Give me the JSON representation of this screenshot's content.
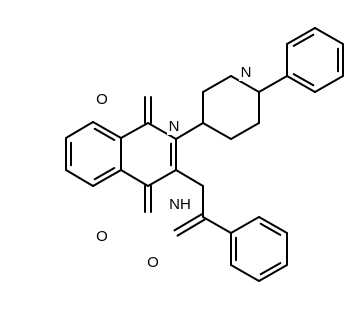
{
  "structure": {
    "atoms": {
      "o_top": "O",
      "o_bottom": "O",
      "o_amide": "O",
      "n_pip_left": "N",
      "n_pip_right": "N",
      "nh": "NH"
    }
  },
  "colors": {
    "bond": "#000000",
    "label": "#000000",
    "background": "#ffffff"
  }
}
